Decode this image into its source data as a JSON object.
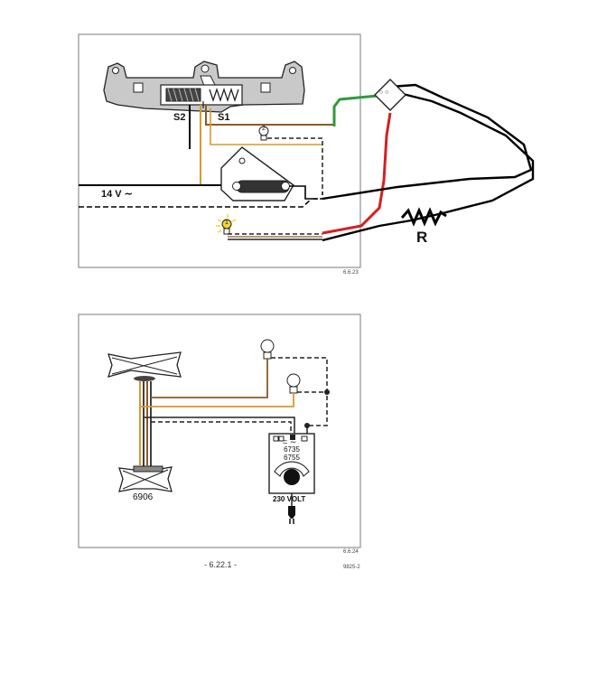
{
  "diagram_top": {
    "figure_code": "6.6.23",
    "switch_labels": [
      "S2",
      "S1"
    ],
    "supply_label": "14 V ∼",
    "lamp_markers": [
      "2",
      "1"
    ],
    "resistor_label": "R",
    "bridge_label": "○ ○"
  },
  "diagram_bottom": {
    "figure_code": "6.6.24",
    "transformer_models": [
      "6735",
      "6755"
    ],
    "transformer_output": "= ∼",
    "mains_label": "230 VOLT",
    "motor_label": "6906"
  },
  "page": {
    "number": "- 6.22.1 -",
    "print_code": "9825-2"
  },
  "colors": {
    "wire_green": "#2e9a3a",
    "wire_red": "#d42020",
    "wire_black": "#000000",
    "wire_brown": "#8b5a2b",
    "wire_orange": "#d79a2a",
    "lamp_yellow": "#f2d42b",
    "panel_gray": "#c9c9c9"
  }
}
